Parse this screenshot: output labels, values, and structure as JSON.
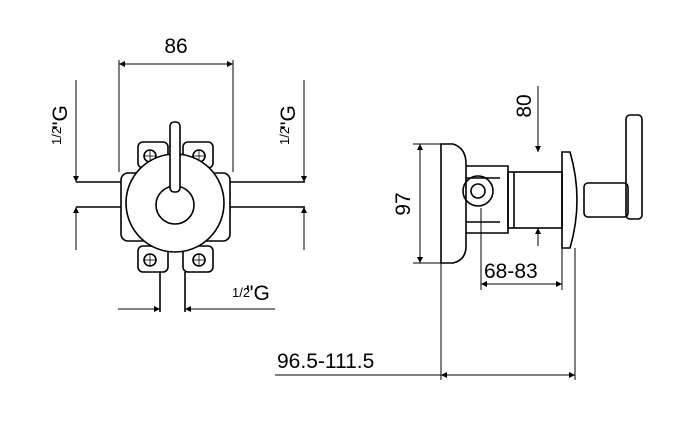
{
  "dimensions": {
    "width_top": "86",
    "left_pipe_frac": "1/2",
    "left_pipe_mark": "\"G",
    "right_pipe_frac": "1/2",
    "right_pipe_mark": "\"G",
    "bottom_pipe_frac": "1/2",
    "bottom_pipe_mark": "\"G",
    "side_height": "97",
    "handle_height": "80",
    "depth_range": "68-83",
    "total_depth_range": "96.5-111.5"
  },
  "colors": {
    "line": "#000000",
    "background": "#ffffff"
  }
}
